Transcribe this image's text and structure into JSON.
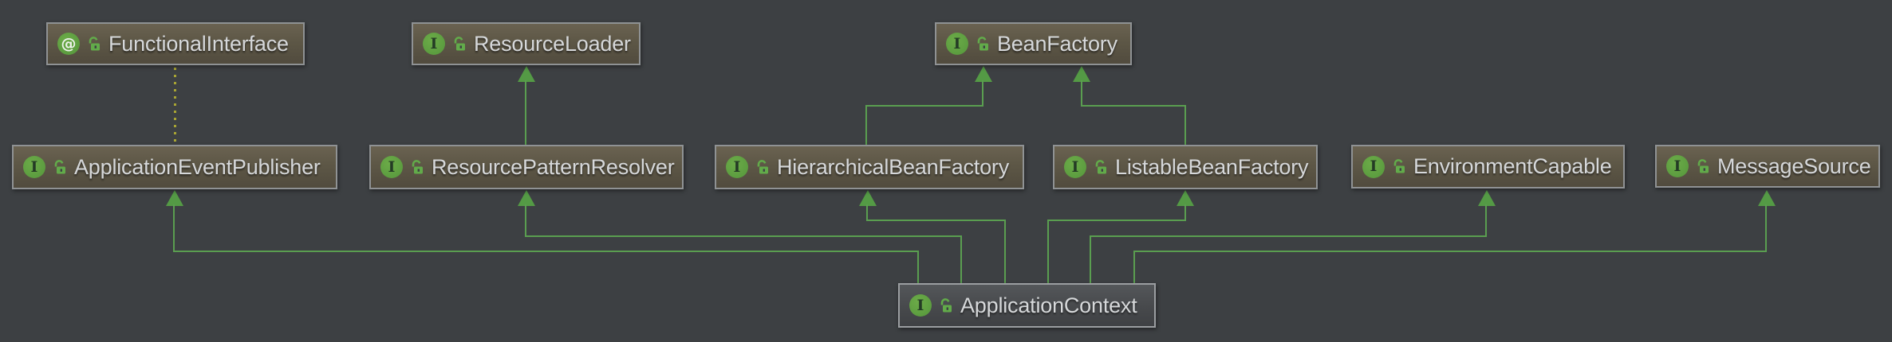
{
  "nodes": [
    {
      "id": "functional-interface",
      "label": "FunctionalInterface",
      "badge": "@",
      "kind": "annotation"
    },
    {
      "id": "resource-loader",
      "label": "ResourceLoader",
      "badge": "I",
      "kind": "interface"
    },
    {
      "id": "bean-factory",
      "label": "BeanFactory",
      "badge": "I",
      "kind": "interface"
    },
    {
      "id": "application-event-publisher",
      "label": "ApplicationEventPublisher",
      "badge": "I",
      "kind": "interface"
    },
    {
      "id": "resource-pattern-resolver",
      "label": "ResourcePatternResolver",
      "badge": "I",
      "kind": "interface"
    },
    {
      "id": "hierarchical-bean-factory",
      "label": "HierarchicalBeanFactory",
      "badge": "I",
      "kind": "interface"
    },
    {
      "id": "listable-bean-factory",
      "label": "ListableBeanFactory",
      "badge": "I",
      "kind": "interface"
    },
    {
      "id": "environment-capable",
      "label": "EnvironmentCapable",
      "badge": "I",
      "kind": "interface"
    },
    {
      "id": "message-source",
      "label": "MessageSource",
      "badge": "I",
      "kind": "interface"
    },
    {
      "id": "application-context",
      "label": "ApplicationContext",
      "badge": "I",
      "kind": "interface",
      "selected": true
    }
  ],
  "edges": [
    {
      "from": "ApplicationEventPublisher",
      "to": "FunctionalInterface",
      "type": "annotation",
      "style": "dotted"
    },
    {
      "from": "ResourcePatternResolver",
      "to": "ResourceLoader",
      "type": "extends",
      "style": "solid-arrow"
    },
    {
      "from": "HierarchicalBeanFactory",
      "to": "BeanFactory",
      "type": "extends",
      "style": "solid-arrow"
    },
    {
      "from": "ListableBeanFactory",
      "to": "BeanFactory",
      "type": "extends",
      "style": "solid-arrow"
    },
    {
      "from": "ApplicationContext",
      "to": "ApplicationEventPublisher",
      "type": "extends",
      "style": "solid-arrow"
    },
    {
      "from": "ApplicationContext",
      "to": "ResourcePatternResolver",
      "type": "extends",
      "style": "solid-arrow"
    },
    {
      "from": "ApplicationContext",
      "to": "HierarchicalBeanFactory",
      "type": "extends",
      "style": "solid-arrow"
    },
    {
      "from": "ApplicationContext",
      "to": "ListableBeanFactory",
      "type": "extends",
      "style": "solid-arrow"
    },
    {
      "from": "ApplicationContext",
      "to": "EnvironmentCapable",
      "type": "extends",
      "style": "solid-arrow"
    },
    {
      "from": "ApplicationContext",
      "to": "MessageSource",
      "type": "extends",
      "style": "solid-arrow"
    }
  ],
  "colors": {
    "background": "#3d4043",
    "node_fill": "#5d5746",
    "node_border": "#8f9294",
    "selected_node_fill": "#47494c",
    "selected_node_border": "#9b9ea1",
    "label_text": "#d6d8da",
    "edge_green": "#5a9e50",
    "arrowhead_green": "#549a45",
    "annotation_edge_yellow": "#a8a433",
    "icon_circle_green": "#5f9e41",
    "lock_green": "#62ab4a"
  }
}
